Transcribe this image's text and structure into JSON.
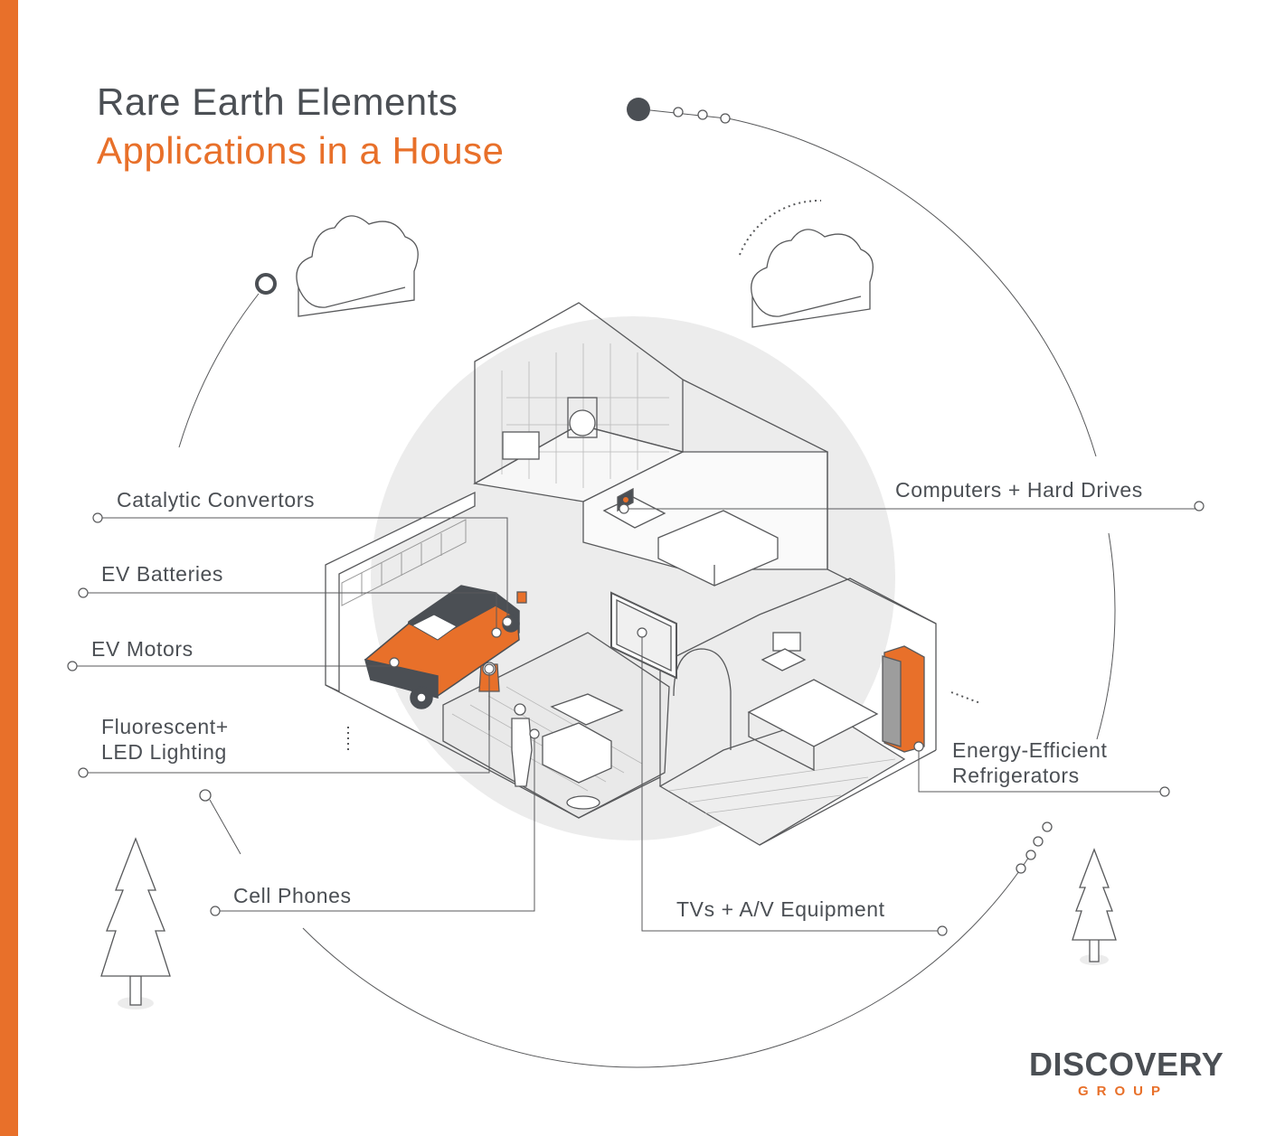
{
  "colors": {
    "accent": "#e8702a",
    "ink": "#4b4f54",
    "line": "#58595b",
    "halo": "#ececec"
  },
  "title": {
    "line1": "Rare Earth Elements",
    "line2": "Applications in a House"
  },
  "labels": {
    "catalytic": "Catalytic Convertors",
    "ev_batteries": "EV Batteries",
    "ev_motors": "EV Motors",
    "lighting": "Fluorescent+\nLED Lighting",
    "cell_phones": "Cell Phones",
    "tvs": "TVs + A/V Equipment",
    "computers": "Computers + Hard Drives",
    "fridges": "Energy-Efficient\nRefrigerators"
  },
  "logo": {
    "wordmark": "DISCOVERY",
    "sub": "GROUP"
  },
  "icons": [
    "cloud-icon",
    "tree-icon",
    "car-icon",
    "house-icon"
  ]
}
